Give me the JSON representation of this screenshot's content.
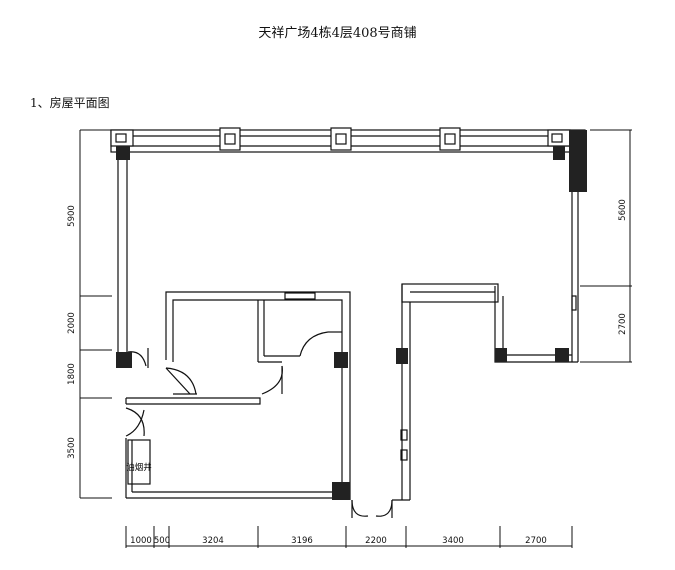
{
  "title": "天祥广场4栋4层408号商铺",
  "subtitle": "1、房屋平面图",
  "room_label": "油烟井",
  "dims_left": [
    "5900",
    "2000",
    "1800",
    "3500"
  ],
  "dims_right": [
    "5600",
    "2700"
  ],
  "dims_bottom": [
    "1000",
    "500",
    "3204",
    "3196",
    "2200",
    "3400",
    "2700"
  ]
}
